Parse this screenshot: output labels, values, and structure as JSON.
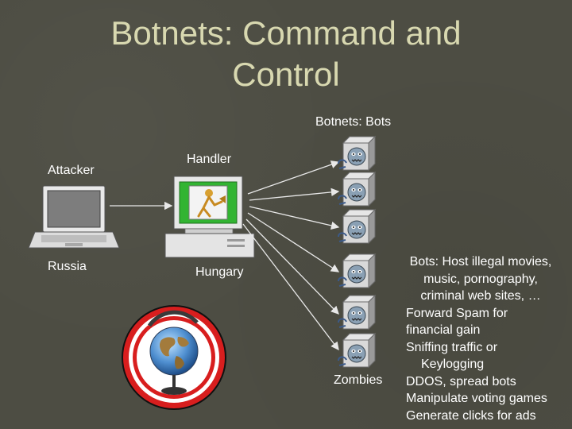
{
  "title_line1": "Botnets: Command and",
  "title_line2": "Control",
  "subtitle": "Botnets: Bots",
  "attacker": {
    "label": "Attacker",
    "location": "Russia"
  },
  "handler": {
    "label": "Handler",
    "location": "Hungary"
  },
  "zombies_label": "Zombies",
  "bot_description": {
    "lines": [
      "Bots: Host illegal movies,",
      "music, pornography,",
      "criminal web sites, …",
      "Forward Spam for",
      "financial gain",
      "Sniffing traffic or",
      "Keylogging",
      "DDOS, spread bots",
      "Manipulate voting games",
      "Generate clicks for ads"
    ]
  },
  "colors": {
    "background": "#4d4d43",
    "title": "#d8d8b0",
    "text": "#ffffff",
    "globe_ring": "#d81e1e"
  },
  "icons": [
    "laptop-icon",
    "desktop-computer-icon",
    "bot-zombie-icon",
    "globe-icon"
  ]
}
